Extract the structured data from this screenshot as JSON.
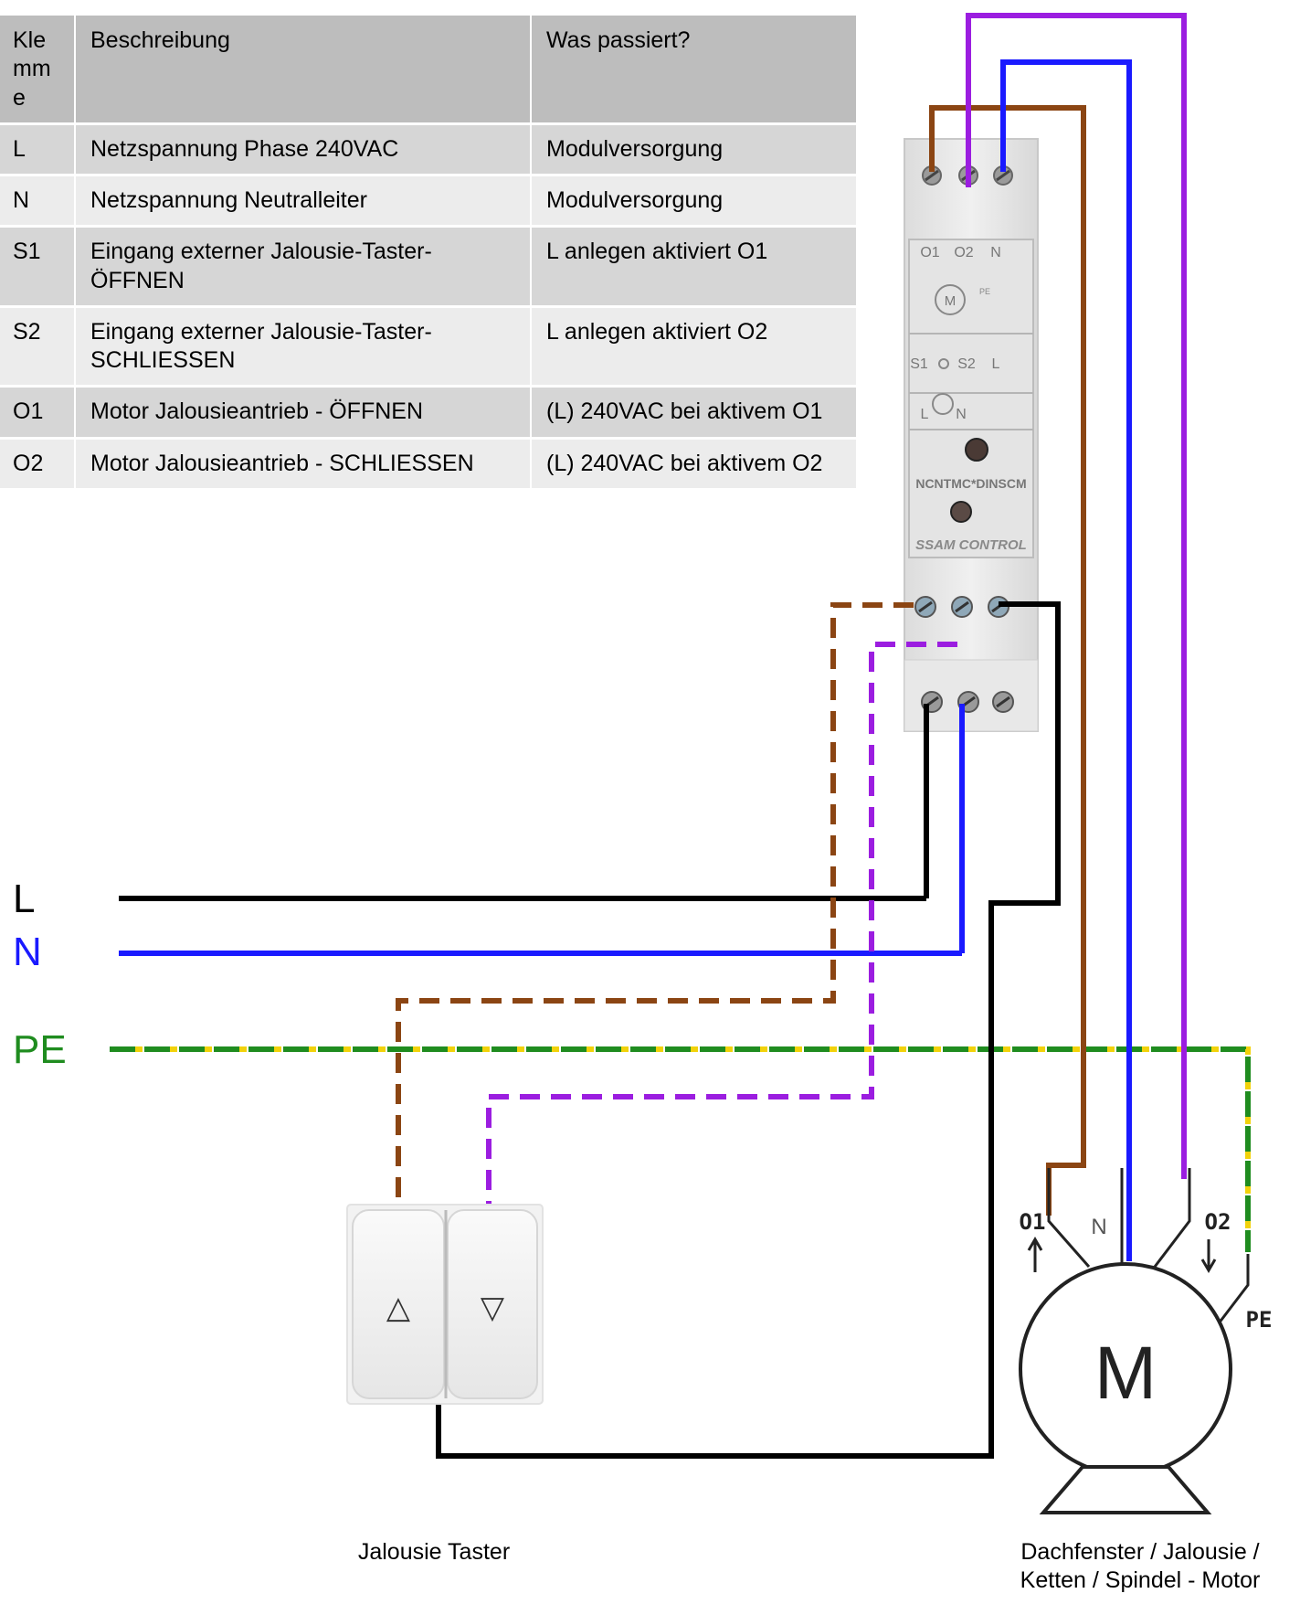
{
  "table": {
    "headers": [
      "Kle\nmm\ne",
      "Beschreibung",
      "Was passiert?"
    ],
    "rows": [
      {
        "klemme": "L",
        "beschreibung": "Netzspannung Phase 240VAC",
        "was_passiert": "Modulversorgung"
      },
      {
        "klemme": "N",
        "beschreibung": "Netzspannung Neutralleiter",
        "was_passiert": "Modulversorgung"
      },
      {
        "klemme": "S1",
        "beschreibung": "Eingang externer Jalousie-Taster-ÖFFNEN",
        "was_passiert": "L anlegen aktiviert O1"
      },
      {
        "klemme": "S2",
        "beschreibung": "Eingang externer Jalousie-Taster-SCHLIESSEN",
        "was_passiert": "L anlegen aktiviert O2"
      },
      {
        "klemme": "O1",
        "beschreibung": "Motor Jalousieantrieb - ÖFFNEN",
        "was_passiert": "(L) 240VAC bei aktivem O1"
      },
      {
        "klemme": "O2",
        "beschreibung": "Motor Jalousieantrieb - SCHLIESSEN",
        "was_passiert": "(L) 240VAC bei aktivem O2"
      }
    ]
  },
  "supply_lines": {
    "L": {
      "label": "L",
      "color": "#000000"
    },
    "N": {
      "label": "N",
      "color": "#1a1aff"
    },
    "PE": {
      "label": "PE",
      "color": "#1f8c1f",
      "stripe_color": "#f2d20a"
    }
  },
  "wire_colors": {
    "phase": "#000000",
    "neutral": "#1a1aff",
    "o1": "#8b4513",
    "o2": "#9b1de0",
    "pe": "#1f8c1f"
  },
  "module": {
    "top_labels": [
      "O1",
      "O2",
      "N"
    ],
    "switch_labels": [
      "S1",
      "S2",
      "L"
    ],
    "supply_labels": [
      "L",
      "N"
    ],
    "model": "NCNTMC*DINSCM",
    "brand": "SSAM CONTROL",
    "motor_symbol": "M",
    "pe_mark": "PE"
  },
  "switch": {
    "up_symbol": "△",
    "down_symbol": "▽",
    "caption": "Jalousie Taster"
  },
  "motor": {
    "symbol": "M",
    "terminal_labels": [
      "O1",
      "N",
      "O2",
      "PE"
    ],
    "caption": "Dachfenster / Jalousie / Ketten / Spindel - Motor"
  }
}
